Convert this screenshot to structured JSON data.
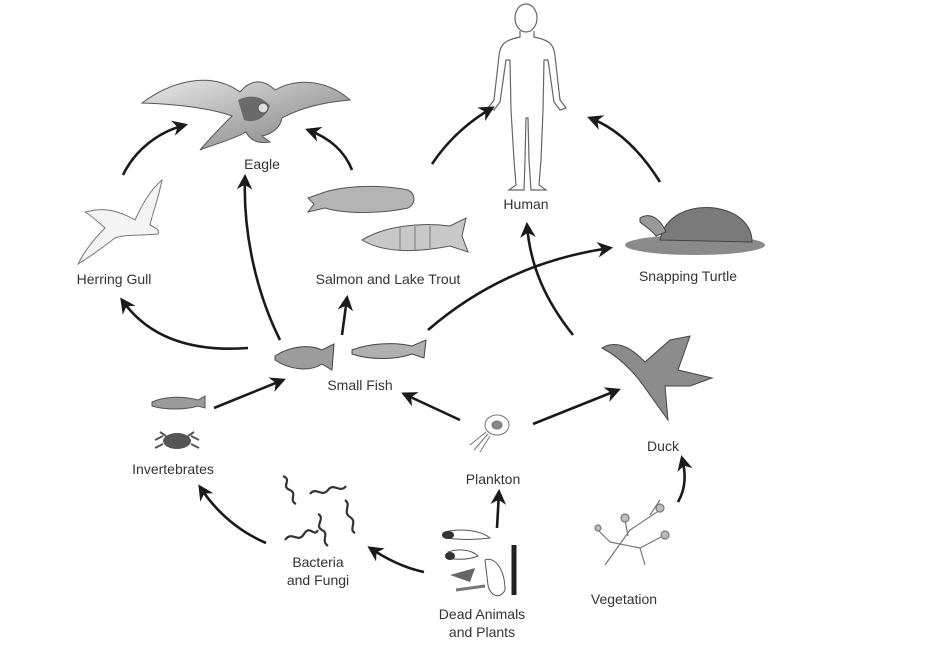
{
  "diagram": {
    "type": "food-web",
    "colors": {
      "arrow": "#1a1a1a",
      "label": "#333333",
      "figure_stroke": "#555555",
      "figure_fill": "#9a9a9a",
      "background": "#ffffff"
    },
    "nodes": [
      {
        "id": "eagle",
        "label": "Eagle",
        "icon": "eagle-icon"
      },
      {
        "id": "human",
        "label": "Human",
        "icon": "human-icon"
      },
      {
        "id": "herring_gull",
        "label": "Herring Gull",
        "icon": "gull-icon"
      },
      {
        "id": "salmon_trout",
        "label": "Salmon and Lake Trout",
        "icon": "salmon-trout-icon"
      },
      {
        "id": "snapping_turtle",
        "label": "Snapping Turtle",
        "icon": "turtle-icon"
      },
      {
        "id": "small_fish",
        "label": "Small Fish",
        "icon": "small-fish-icon"
      },
      {
        "id": "invertebrates",
        "label": "Invertebrates",
        "icon": "invertebrates-icon"
      },
      {
        "id": "duck",
        "label": "Duck",
        "icon": "duck-icon"
      },
      {
        "id": "plankton",
        "label": "Plankton",
        "icon": "plankton-icon"
      },
      {
        "id": "bacteria_fungi",
        "label_lines": [
          "Bacteria",
          "and Fungi"
        ],
        "icon": "bacteria-icon"
      },
      {
        "id": "vegetation",
        "label": "Vegetation",
        "icon": "vegetation-icon"
      },
      {
        "id": "dead_matter",
        "label_lines": [
          "Dead Animals",
          "and Plants"
        ],
        "icon": "dead-matter-icon"
      }
    ],
    "edges": [
      {
        "from": "herring_gull",
        "to": "eagle"
      },
      {
        "from": "salmon_trout",
        "to": "eagle"
      },
      {
        "from": "small_fish",
        "to": "eagle"
      },
      {
        "from": "salmon_trout",
        "to": "human"
      },
      {
        "from": "snapping_turtle",
        "to": "human"
      },
      {
        "from": "duck",
        "to": "human"
      },
      {
        "from": "small_fish",
        "to": "herring_gull"
      },
      {
        "from": "small_fish",
        "to": "salmon_trout"
      },
      {
        "from": "small_fish",
        "to": "snapping_turtle"
      },
      {
        "from": "invertebrates",
        "to": "small_fish"
      },
      {
        "from": "plankton",
        "to": "small_fish"
      },
      {
        "from": "plankton",
        "to": "duck"
      },
      {
        "from": "vegetation",
        "to": "duck"
      },
      {
        "from": "dead_matter",
        "to": "plankton"
      },
      {
        "from": "dead_matter",
        "to": "bacteria_fungi"
      },
      {
        "from": "bacteria_fungi",
        "to": "invertebrates"
      }
    ]
  }
}
